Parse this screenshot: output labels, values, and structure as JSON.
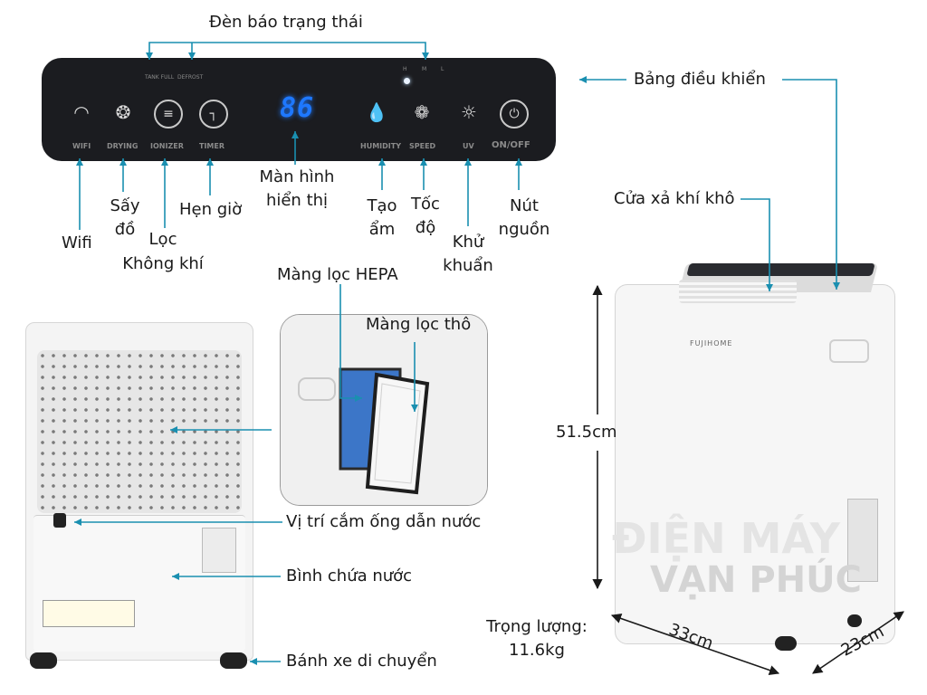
{
  "panel": {
    "tank_full": "TANK FULL",
    "defrost": "DEFROST",
    "speed_levels": [
      "H",
      "M",
      "L"
    ],
    "display_value": "86",
    "buttons": {
      "wifi": "WIFI",
      "drying": "DRYING",
      "ionizer": "IONIZER",
      "timer": "TIMER",
      "humidity": "HUMIDITY",
      "speed": "SPEED",
      "uv": "UV",
      "onoff": "ON/OFF"
    }
  },
  "callouts": {
    "status_lights": "Đèn báo trạng thái",
    "control_panel": "Bảng điều khiển",
    "wifi": "Wifi",
    "drying": [
      "Sấy",
      "đồ"
    ],
    "air_filter": [
      "Lọc",
      "Không khí"
    ],
    "timer": "Hẹn giờ",
    "display": [
      "Màn hình",
      "hiển thị"
    ],
    "humidify": [
      "Tạo",
      "ẩm"
    ],
    "speed": [
      "Tốc",
      "độ"
    ],
    "sterilize": [
      "Khử",
      "khuẩn"
    ],
    "power": [
      "Nút",
      "nguồn"
    ],
    "dry_air_outlet": "Cửa xả khí khô",
    "hepa_filter": "Màng lọc HEPA",
    "coarse_filter": "Màng lọc thô",
    "drain_port": "Vị trí cắm ống dẫn nước",
    "water_tank": "Bình chứa nước",
    "wheels": "Bánh xe di chuyển"
  },
  "specs": {
    "height": "51.5cm",
    "weight_label": "Trọng lượng:",
    "weight_value": "11.6kg",
    "width": "33cm",
    "depth": "23cm"
  },
  "brand": "FUJIHOME",
  "watermark": [
    "ĐIỆN MÁY",
    "VẠN PHÚC"
  ],
  "colors": {
    "accent": "#1a8fb0",
    "display": "#1e78ff",
    "panel": "#1b1c20"
  }
}
